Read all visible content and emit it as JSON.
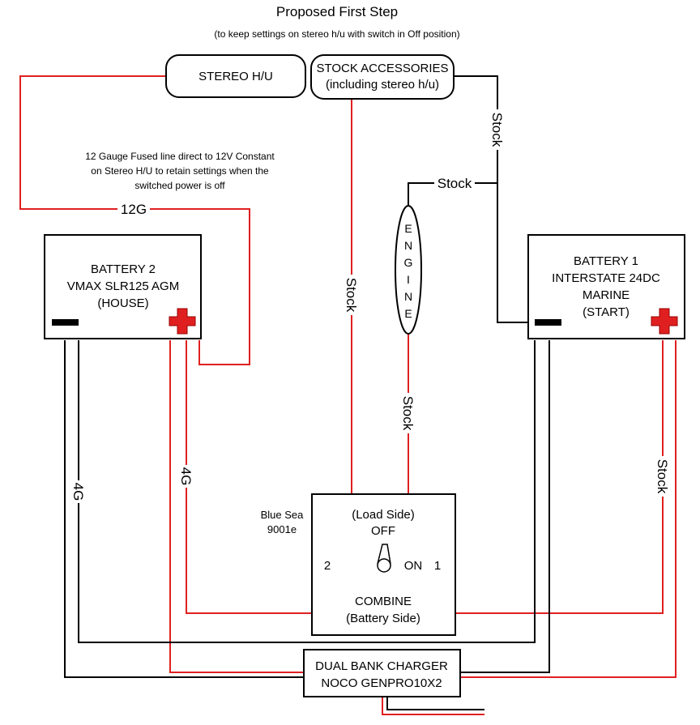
{
  "title": "Proposed First Step",
  "subtitle": "(to keep settings on stereo h/u with switch in Off position)",
  "stereo": {
    "label": "STEREO H/U"
  },
  "accessories": {
    "line1": "STOCK ACCESSORIES",
    "line2": "(including stereo h/u)"
  },
  "note": {
    "line1": "12 Gauge Fused line direct to 12V Constant",
    "line2": "on Stereo H/U to retain settings when the",
    "line3": "switched power is off"
  },
  "battery2": {
    "line1": "BATTERY 2",
    "line2": "VMAX SLR125 AGM",
    "line3": "(HOUSE)"
  },
  "battery1": {
    "line1": "BATTERY 1",
    "line2": "INTERSTATE 24DC",
    "line3": "MARINE",
    "line4": "(START)"
  },
  "engine": {
    "letters": [
      "E",
      "N",
      "G",
      "I",
      "N",
      "E"
    ]
  },
  "switch": {
    "maker1": "Blue Sea",
    "maker2": "9001e",
    "load_side": "(Load Side)",
    "off": "OFF",
    "pos2": "2",
    "on": "ON",
    "pos1": "1",
    "combine": "COMBINE",
    "battery_side": "(Battery Side)"
  },
  "charger": {
    "line1": "DUAL BANK CHARGER",
    "line2": "NOCO GENPRO10X2"
  },
  "wire_labels": {
    "g12": "12G",
    "stock": "Stock",
    "g4": "4G"
  },
  "colors": {
    "positive": "#e02020",
    "negative": "#000000"
  }
}
